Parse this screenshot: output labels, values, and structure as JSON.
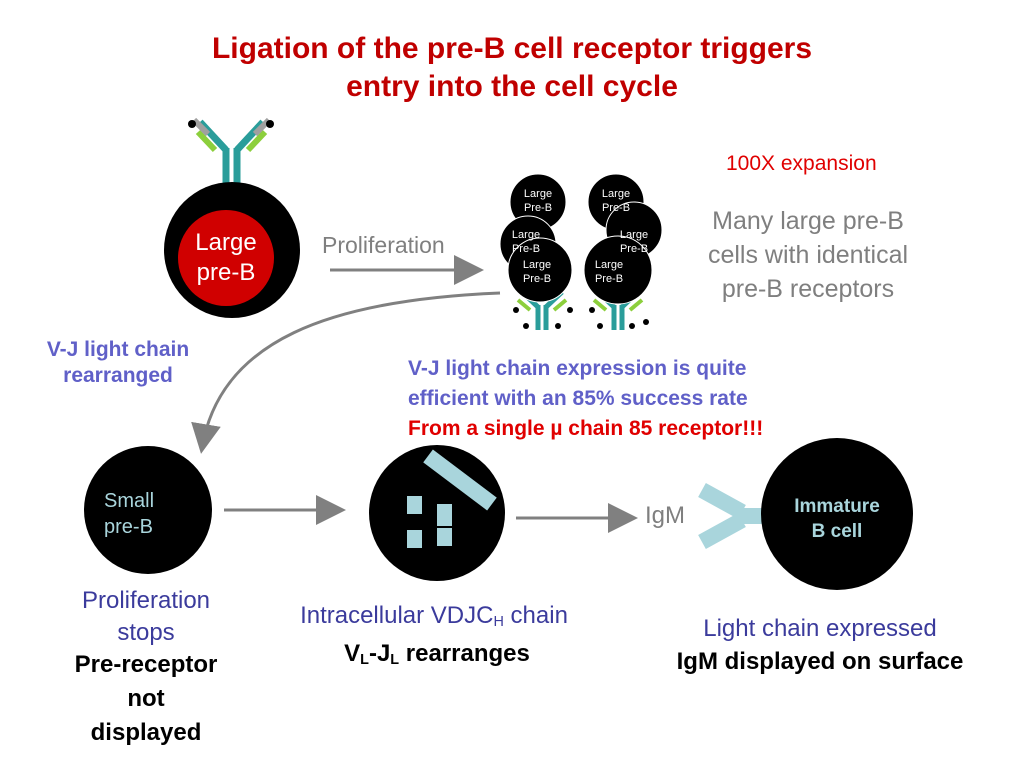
{
  "title": {
    "line1": "Ligation of the pre-B cell receptor triggers",
    "line2": "entry into the cell cycle"
  },
  "large_preb_cell": {
    "line1": "Large",
    "line2": "pre-B"
  },
  "proliferation_label": "Proliferation",
  "expansion_label": "100X expansion",
  "many_cells_text": {
    "line1": "Many large pre-B",
    "line2": "cells with identical",
    "line3": "pre-B receptors"
  },
  "cluster_cells": [
    {
      "line1": "Large",
      "line2": "Pre-B"
    },
    {
      "line1": "Large",
      "line2": "Pre-B"
    },
    {
      "line1": "Large",
      "line2": "Pre-B"
    },
    {
      "line1": "Large",
      "line2": "Pre-B"
    },
    {
      "line1": "Large",
      "line2": "Pre-B"
    },
    {
      "line1": "Large",
      "line2": "Pre-B"
    }
  ],
  "vj_rearranged": {
    "line1": "V-J light chain",
    "line2": "rearranged"
  },
  "efficiency_text": {
    "line1": "V-J light chain expression is quite",
    "line2": "efficient with an 85% success rate",
    "line3": "From a single µ chain 85 receptor!!!"
  },
  "small_preb_cell": {
    "line1": "Small",
    "line2": "pre-B"
  },
  "proliferation_stops": {
    "line1": "Proliferation",
    "line2": "stops",
    "line3": "Pre-receptor",
    "line4": "not",
    "line5": "displayed"
  },
  "intracellular_text": {
    "prefix": "Intracellular VDJC",
    "sub": "H",
    "suffix": " chain"
  },
  "vl_jl_text": {
    "v": "V",
    "v_sub": "L",
    "dash": "-J",
    "j_sub": "L",
    "suffix": " rearranges"
  },
  "igm_label": "IgM",
  "immature_cell": {
    "line1": "Immature",
    "line2": "B cell"
  },
  "light_chain_text": {
    "line1": "Light chain expressed",
    "line2": "IgM displayed on surface"
  },
  "colors": {
    "title_red": "#c00000",
    "receptor_teal": "#2a9d9a",
    "light_teal": "#a9d5dc",
    "receptor_green": "#8ccf3c",
    "arrow_gray": "#808080",
    "cell_red": "#d00000"
  }
}
